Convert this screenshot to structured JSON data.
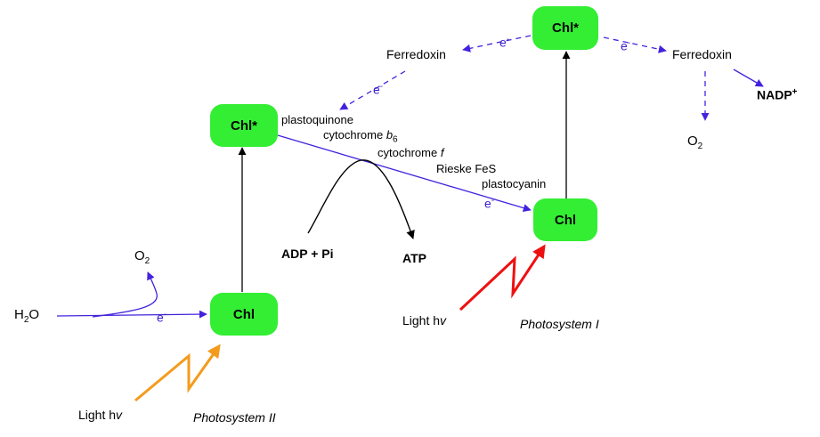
{
  "nodes": {
    "chl_ps2": "Chl",
    "chl_ps2_excited": "Chl*",
    "chl_ps1": "Chl",
    "chl_ps1_excited": "Chl*"
  },
  "labels": {
    "h2o_h": "H",
    "h2o_sub": "2",
    "h2o_o": "O",
    "o2_left_o": "O",
    "o2_left_sub": "2",
    "o2_right_o": "O",
    "o2_right_sub": "2",
    "electron": "e",
    "electron_sup": "-",
    "ferredoxin_left": "Ferredoxin",
    "ferredoxin_right": "Ferredoxin",
    "nadp": "NADP",
    "nadp_sup": "+",
    "adp_pi": "ADP + Pi",
    "atp": "ATP",
    "light_ps2_text": "Light h",
    "light_ps2_nu": "v",
    "light_ps1_text": "Light h",
    "light_ps1_nu": "v",
    "photosystem_2": "Photosystem II",
    "photosystem_1": "Photosystem I"
  },
  "carriers": {
    "plastoquinone": "plastoquinone",
    "cytochrome_b6_prefix": "cytochrome ",
    "cytochrome_b6_letter": "b",
    "cytochrome_b6_sub": "6",
    "cytochrome_f_prefix": "cytochrome ",
    "cytochrome_f_letter": "f",
    "rieske": "Rieske FeS",
    "plastocyanin": "plastocyanin"
  },
  "colors": {
    "chl_fill": "#33ee33",
    "electron_flow": "#4422dd",
    "light_ps2": "#f49b1c",
    "light_ps1": "#ee1111",
    "atp_arrow": "#000000"
  }
}
